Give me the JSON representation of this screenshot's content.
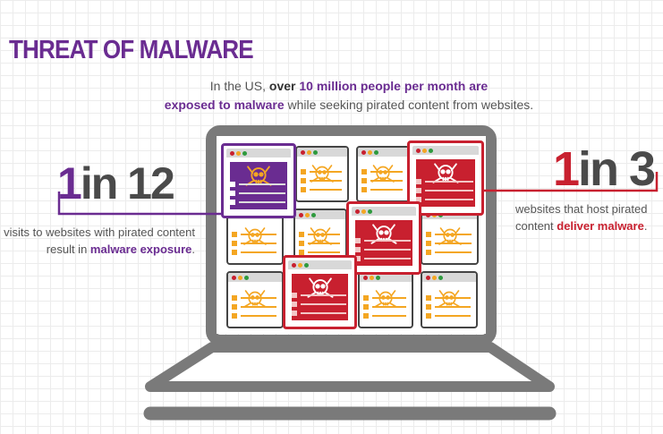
{
  "title": "THREAT OF MALWARE",
  "intro": {
    "p1": "In the US, ",
    "p2": "over ",
    "p3": "10 million people per month are",
    "p4": "exposed to malware",
    "p5": " while seeking pirated content from websites."
  },
  "stat_left": {
    "one": "1",
    "rest": "in 12",
    "caption_1": "visits to websites with pirated content",
    "caption_2": "result in ",
    "caption_highlight": "malware exposure",
    "caption_end": "."
  },
  "stat_right": {
    "one": "1",
    "rest": "in 3",
    "caption_1": "websites that host pirated",
    "caption_2": "content ",
    "caption_highlight": "deliver malware",
    "caption_end": "."
  },
  "colors": {
    "purple": "#6a2c91",
    "red": "#c8202f",
    "orange": "#f4a622",
    "gray": "#7a7a7a"
  },
  "icons": {
    "window_icon": "skull-crossbones-icon"
  }
}
